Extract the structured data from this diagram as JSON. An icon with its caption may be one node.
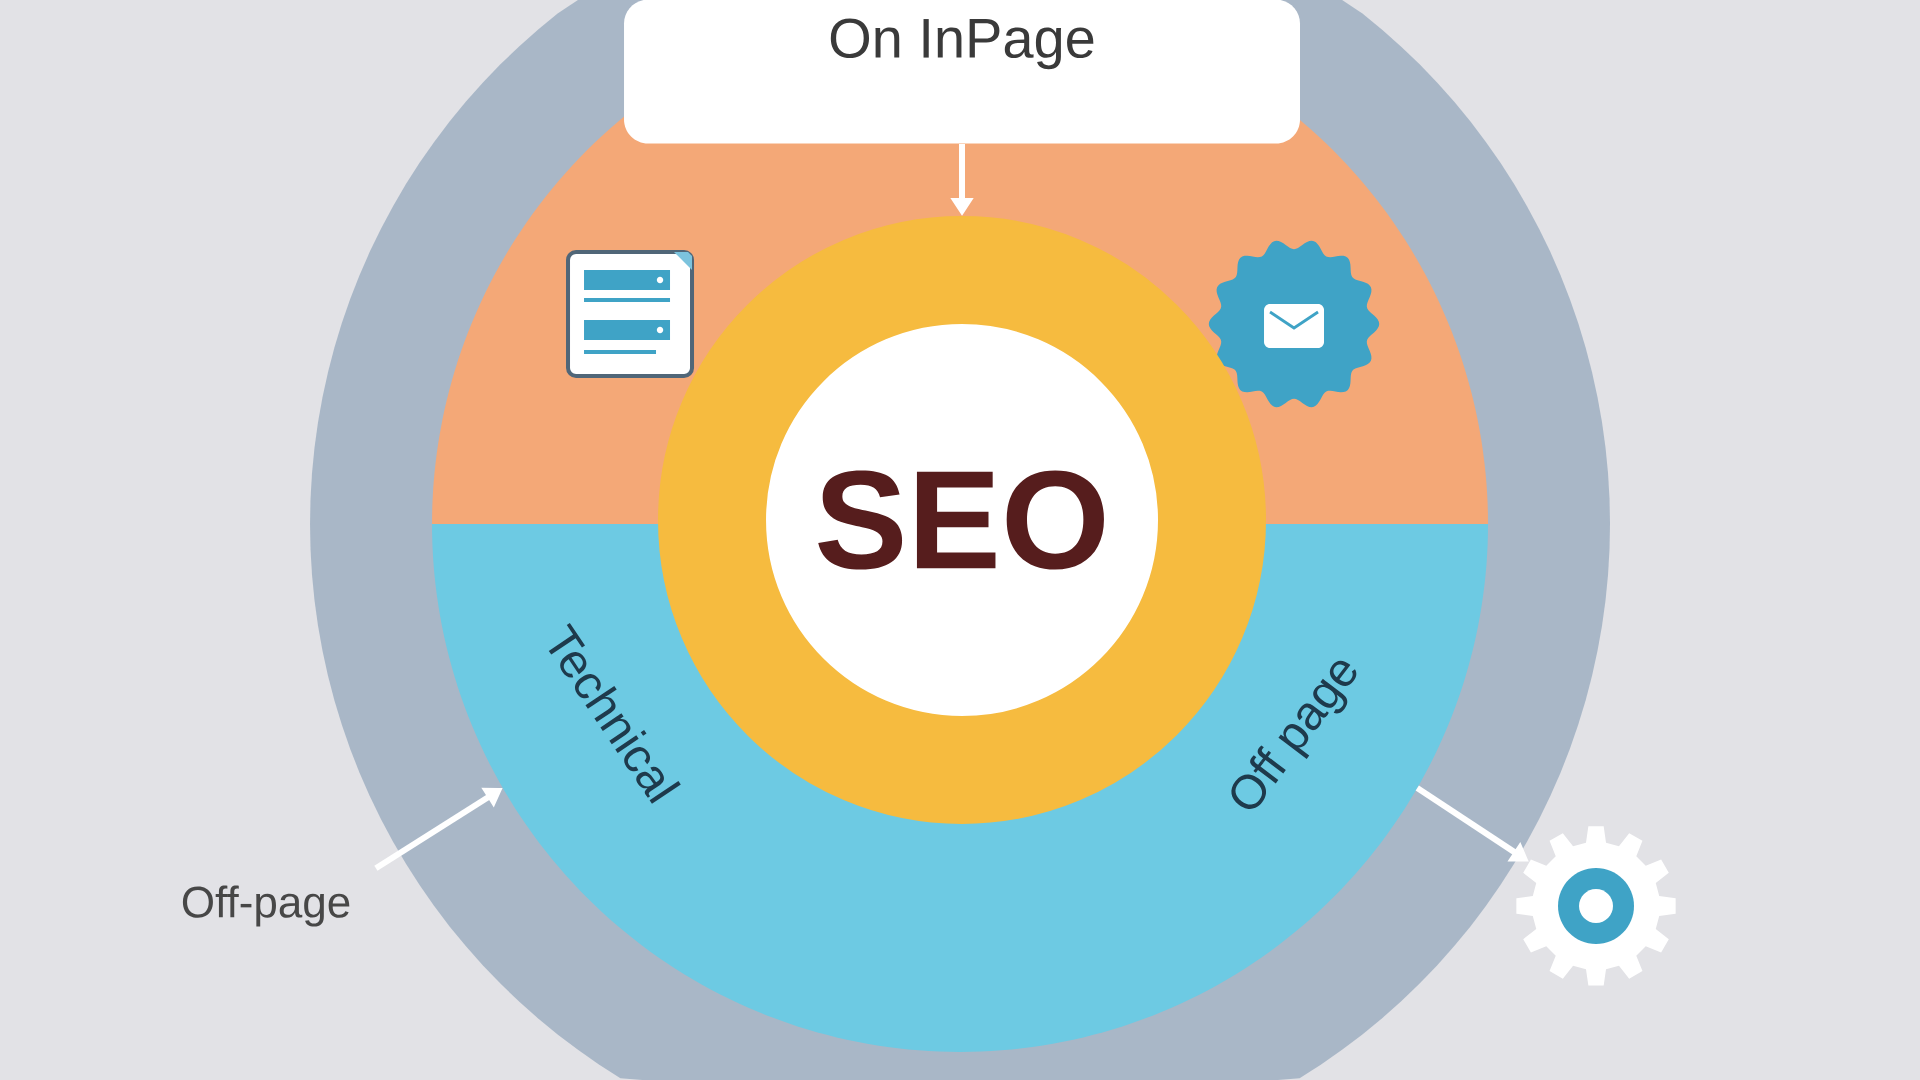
{
  "diagram": {
    "nodes": [
      {
        "text": [
          "On InPage"
        ]
      },
      {
        "text": [
          "SEO"
        ]
      },
      {
        "text": [
          "Technical",
          "Off page"
        ]
      },
      {
        "text": [
          "Off-page"
        ]
      },
      {
        "text": [],
        "shape": "gear"
      }
    ],
    "edges": [
      {
        "from": 0,
        "to": 1,
        "arrow": "to"
      },
      {
        "from": 3,
        "to": 2,
        "arrow": "to"
      },
      {
        "from": 2,
        "to": 4,
        "arrow": "to"
      }
    ]
  }
}
